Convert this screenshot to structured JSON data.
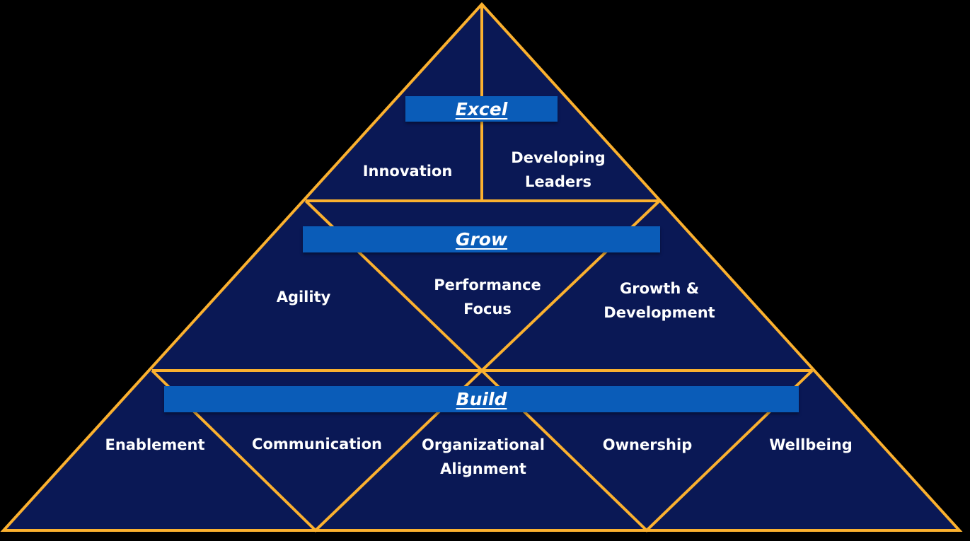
{
  "colors": {
    "background": "#000000",
    "fill": "#0a1855",
    "outline": "#fbb12f",
    "band": "#0a5cb8",
    "text": "#ffffff"
  },
  "tiers": [
    {
      "name": "Excel",
      "items": [
        "Innovation",
        "Developing Leaders"
      ]
    },
    {
      "name": "Grow",
      "items": [
        "Agility",
        "Performance Focus",
        "Growth & Development"
      ]
    },
    {
      "name": "Build",
      "items": [
        "Enablement",
        "Communication",
        "Organizational Alignment",
        "Ownership",
        "Wellbeing"
      ]
    }
  ],
  "labels": {
    "excel_1_line1": "Innovation",
    "excel_2_line1": "Developing",
    "excel_2_line2": "Leaders",
    "grow_1_line1": "Agility",
    "grow_2_line1": "Performance",
    "grow_2_line2": "Focus",
    "grow_3_line1": "Growth &",
    "grow_3_line2": "Development",
    "build_1_line1": "Enablement",
    "build_2_line1": "Communication",
    "build_3_line1": "Organizational",
    "build_3_line2": "Alignment",
    "build_4_line1": "Ownership",
    "build_5_line1": "Wellbeing"
  }
}
